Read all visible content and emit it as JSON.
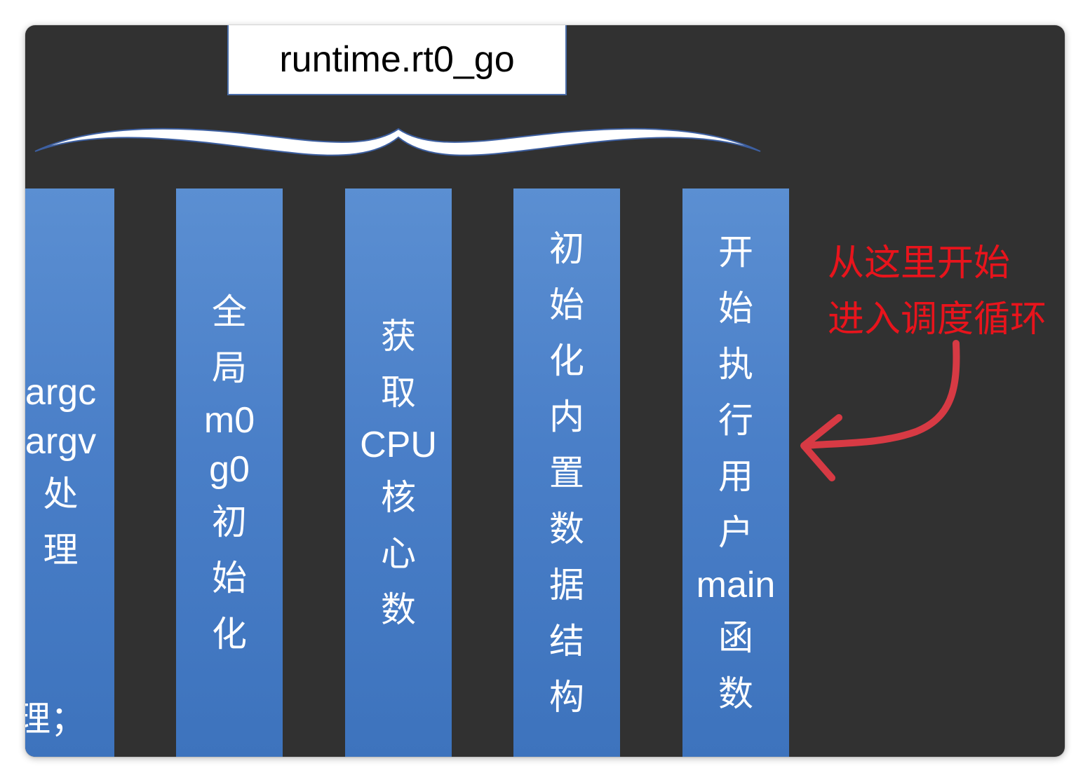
{
  "title": "runtime.rt0_go",
  "steps": [
    {
      "lines": [
        "argc",
        "argv",
        "处",
        "理"
      ]
    },
    {
      "lines": [
        "全",
        "局",
        "m0",
        "g0",
        "初",
        "始",
        "化"
      ]
    },
    {
      "lines": [
        "获",
        "取",
        "CPU",
        "核",
        "心",
        "数"
      ]
    },
    {
      "lines": [
        "初",
        "始",
        "化",
        "内",
        "置",
        "数",
        "据",
        "结",
        "构"
      ]
    },
    {
      "lines": [
        "开",
        "始",
        "执",
        "行",
        "用",
        "户",
        "main",
        "函",
        "数"
      ]
    }
  ],
  "bottom_fragment": "理；",
  "annotation": {
    "lines": [
      "从这里开始",
      "进入调度循环"
    ],
    "color": "#e8141c"
  },
  "colors": {
    "background": "#313131",
    "bar": "#4a7fc8",
    "brace": "#ffffff"
  }
}
